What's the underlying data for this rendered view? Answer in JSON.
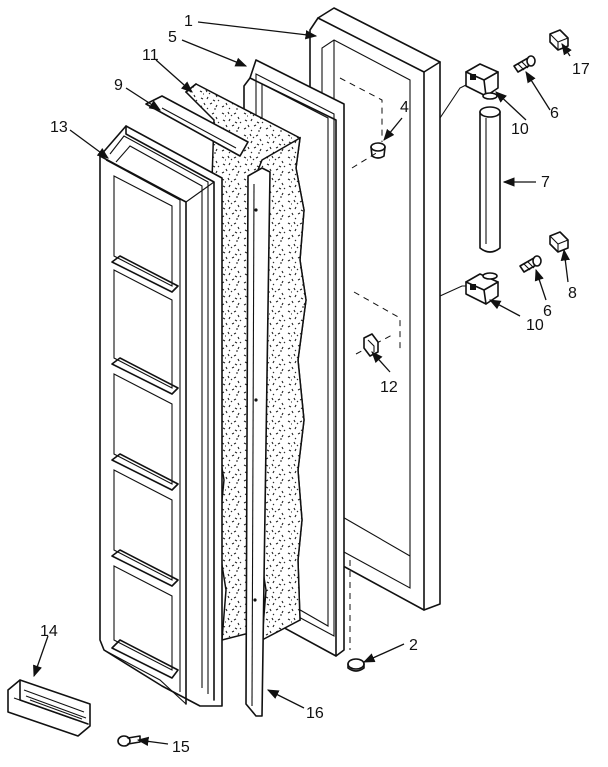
{
  "callouts": [
    {
      "id": "1",
      "text": "1"
    },
    {
      "id": "2",
      "text": "2"
    },
    {
      "id": "4",
      "text": "4"
    },
    {
      "id": "5",
      "text": "5"
    },
    {
      "id": "6a",
      "text": "6"
    },
    {
      "id": "6b",
      "text": "6"
    },
    {
      "id": "7",
      "text": "7"
    },
    {
      "id": "8",
      "text": "8"
    },
    {
      "id": "9",
      "text": "9"
    },
    {
      "id": "10a",
      "text": "10"
    },
    {
      "id": "10b",
      "text": "10"
    },
    {
      "id": "11",
      "text": "11"
    },
    {
      "id": "12",
      "text": "12"
    },
    {
      "id": "13",
      "text": "13"
    },
    {
      "id": "14",
      "text": "14"
    },
    {
      "id": "15",
      "text": "15"
    },
    {
      "id": "16",
      "text": "16"
    },
    {
      "id": "17",
      "text": "17"
    }
  ]
}
